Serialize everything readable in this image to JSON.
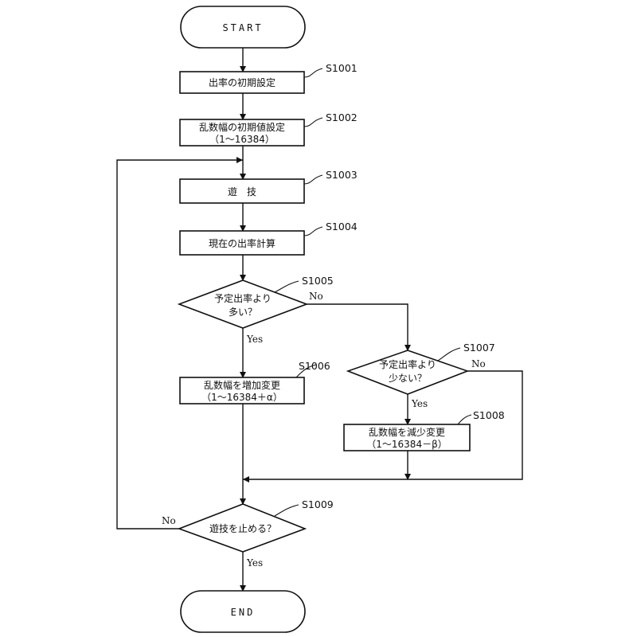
{
  "terminals": {
    "start": "START",
    "end": "END"
  },
  "steps": {
    "s1001": {
      "id": "S1001",
      "line1": "出率の初期設定"
    },
    "s1002": {
      "id": "S1002",
      "line1": "乱数幅の初期値設定",
      "line2": "（1～16384）"
    },
    "s1003": {
      "id": "S1003",
      "line1": "遊　技"
    },
    "s1004": {
      "id": "S1004",
      "line1": "現在の出率計算"
    },
    "s1005": {
      "id": "S1005",
      "line1": "予定出率より",
      "line2": "多い？"
    },
    "s1006": {
      "id": "S1006",
      "line1": "乱数幅を増加変更",
      "line2": "（1～16384＋α）"
    },
    "s1007": {
      "id": "S1007",
      "line1": "予定出率より",
      "line2": "少ない？"
    },
    "s1008": {
      "id": "S1008",
      "line1": "乱数幅を減少変更",
      "line2": "（1～16384－β）"
    },
    "s1009": {
      "id": "S1009",
      "line1": "遊技を止める？"
    }
  },
  "branches": {
    "s1005_yes": "Yes",
    "s1005_no": "No",
    "s1007_yes": "Yes",
    "s1007_no": "No",
    "s1009_yes": "Yes",
    "s1009_no": "No"
  }
}
